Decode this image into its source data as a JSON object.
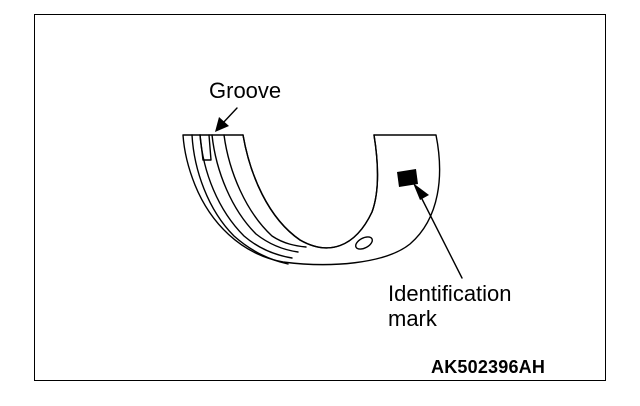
{
  "labels": {
    "groove": "Groove",
    "identification_line1": "Identification",
    "identification_line2": "mark"
  },
  "figure_code": "AK502396AH",
  "colors": {
    "ink": "#000000",
    "paper": "#ffffff"
  }
}
